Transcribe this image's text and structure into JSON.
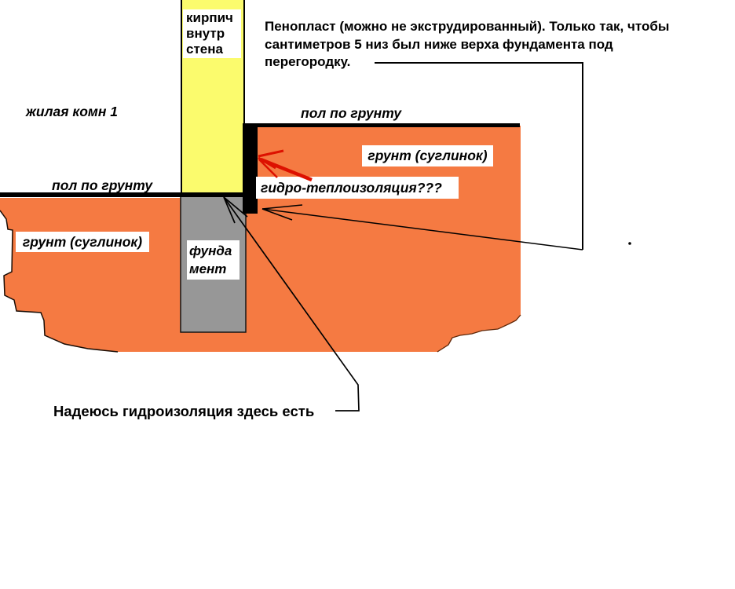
{
  "colors": {
    "soil": "#F57A42",
    "wall": "#FBFB6D",
    "foundation": "#979797",
    "insulation_strip": "#000000",
    "arrow_red": "#DD1100",
    "line_black": "#000000",
    "label_background": "#FFFFFF"
  },
  "top_annotation": {
    "lines": [
      "Пенопласт (можно не экструдированный). Только так, чтобы",
      "сантиметров 5 низ был ниже верха фундамента под",
      "перегородку."
    ]
  },
  "room": {
    "label": "жилая комн 1"
  },
  "wall": {
    "label_lines": [
      "кирпич",
      "внутр",
      "стена"
    ]
  },
  "floors": {
    "left_label": "пол по грунту",
    "right_label": "пол по грунту"
  },
  "soil": {
    "left_label": "грунт (суглинок)",
    "right_label": "грунт (суглинок)"
  },
  "insulation": {
    "question_label": "гидро-теплоизоляция???"
  },
  "foundation": {
    "label_lines": [
      "фунда",
      "мент"
    ]
  },
  "bottom_annotation": {
    "text": "Надеюсь гидроизоляция здесь есть"
  }
}
